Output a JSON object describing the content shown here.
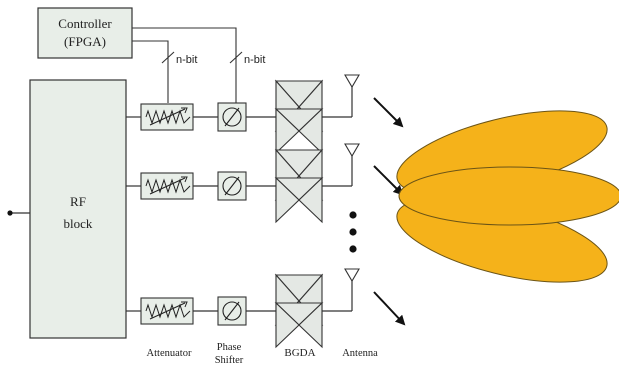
{
  "controller": {
    "line1": "Controller",
    "line2": "(FPGA)"
  },
  "bus_labels": {
    "attenuator_bus": "n-bit",
    "phase_bus": "n-bit"
  },
  "rf_block": {
    "line1": "RF",
    "line2": "block"
  },
  "column_labels": {
    "attenuator": "Attenuator",
    "phase_shifter_line1": "Phase",
    "phase_shifter_line2": "Shifter",
    "bgda": "BGDA",
    "antenna": "Antenna"
  },
  "colors": {
    "block_fill": "#e8eee8",
    "beam_fill": "#f5b21a",
    "beam_stroke": "#6b5416",
    "line": "#333333"
  }
}
